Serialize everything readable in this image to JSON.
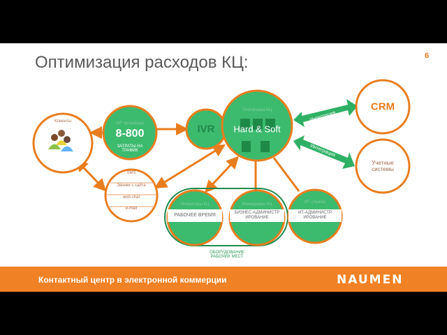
{
  "title": "Оптимизация расходов КЦ:",
  "page_number": "6",
  "colors": {
    "orange": "#e87d1e",
    "green": "#3cba6e",
    "dark_green": "#1f8a4c"
  },
  "nodes": {
    "clients": {
      "label": "Клиенты"
    },
    "sip": {
      "label": "SIP провайдер",
      "number": "8-800",
      "note": "ЗАТРАТЫ НА ТРАФИК"
    },
    "ivr": {
      "label": "IVR"
    },
    "platform": {
      "label": "Платформа КЦ",
      "main": "Hard & Soft"
    },
    "crm": {
      "label": "CRM"
    },
    "accounting": {
      "label": "Учетные системы"
    },
    "channels": [
      "SMS",
      "Звонки с сайта",
      "web-chat",
      "e-mail"
    ],
    "operators": {
      "label": "Операторы КЦ",
      "band": "РАБОЧЕЕ ВРЕМЯ"
    },
    "managers": {
      "label": "Менеджеры КЦ",
      "band": "БИЗНЕС-АДМИНИСТРИРОВАНИЕ"
    },
    "it": {
      "label": "ИТ-служба",
      "band": "ИТ-АДМИНИСТРИРОВАНИЕ"
    },
    "workplaces": "ОБОРУДОВАНИЕ РАБОЧИХ МЕСТ"
  },
  "integration_label": "Интеграция",
  "footer": {
    "text": "Контактный центр в электронной коммерции",
    "logo": "NAUMEN"
  }
}
